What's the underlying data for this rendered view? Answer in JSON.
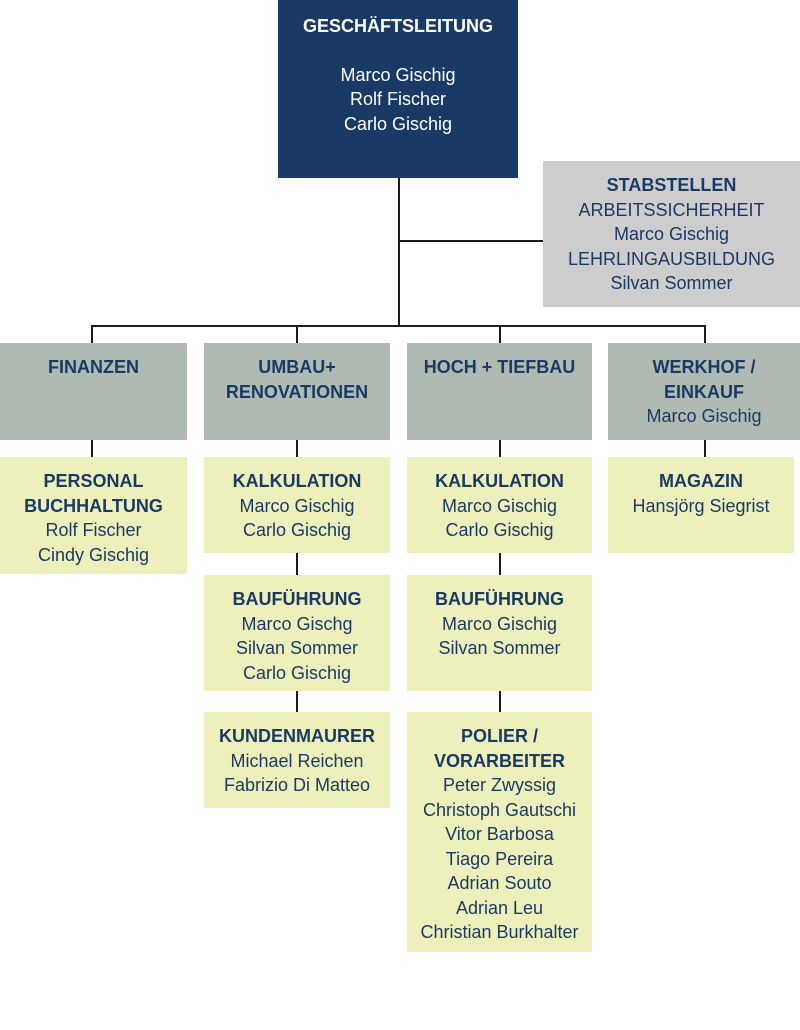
{
  "colors": {
    "leadership": "#1a3a66",
    "staff": "#cdcdcd",
    "department": "#afbab2",
    "unit": "#eef0bb",
    "text": "#1a3a66"
  },
  "leadership": {
    "title": "GESCHÄFTSLEITUNG",
    "people": [
      "Marco Gischig",
      "Rolf Fischer",
      "Carlo Gischig"
    ]
  },
  "staff": {
    "title": "STABSTELLEN",
    "lines": [
      "ARBEITSSICHERHEIT",
      "Marco Gischig",
      "LEHRLINGAUSBILDUNG",
      "Silvan Sommer"
    ]
  },
  "departments": [
    {
      "title_lines": [
        "FINANZEN"
      ],
      "people": []
    },
    {
      "title_lines": [
        "UMBAU+",
        "RENOVATIONEN"
      ],
      "people": []
    },
    {
      "title_lines": [
        "HOCH + TIEFBAU"
      ],
      "people": []
    },
    {
      "title_lines": [
        "WERKHOF /",
        "EINKAUF"
      ],
      "people": [
        "Marco Gischig"
      ]
    }
  ],
  "units": {
    "finanzen": [
      {
        "title_lines": [
          "PERSONAL",
          "BUCHHALTUNG"
        ],
        "people": [
          "Rolf Fischer",
          "Cindy Gischig"
        ]
      }
    ],
    "umbau": [
      {
        "title_lines": [
          "KALKULATION"
        ],
        "people": [
          "Marco Gischig",
          "Carlo Gischig"
        ]
      },
      {
        "title_lines": [
          "BAUFÜHRUNG"
        ],
        "people": [
          "Marco Gischg",
          "Silvan Sommer",
          "Carlo Gischig"
        ]
      },
      {
        "title_lines": [
          "KUNDENMAURER"
        ],
        "people": [
          "Michael Reichen",
          "Fabrizio Di Matteo"
        ]
      }
    ],
    "hochbau": [
      {
        "title_lines": [
          "KALKULATION"
        ],
        "people": [
          "Marco Gischig",
          "Carlo Gischig"
        ]
      },
      {
        "title_lines": [
          "BAUFÜHRUNG"
        ],
        "people": [
          "Marco Gischig",
          "Silvan Sommer"
        ]
      },
      {
        "title_lines": [
          "POLIER /",
          "VORARBEITER"
        ],
        "people": [
          "Peter Zwyssig",
          "Christoph Gautschi",
          "Vitor Barbosa",
          "Tiago Pereira",
          "Adrian Souto",
          "Adrian Leu",
          "Christian Burkhalter"
        ]
      }
    ],
    "werkhof": [
      {
        "title_lines": [
          "MAGAZIN"
        ],
        "people": [
          "Hansjörg Siegrist"
        ]
      }
    ]
  }
}
